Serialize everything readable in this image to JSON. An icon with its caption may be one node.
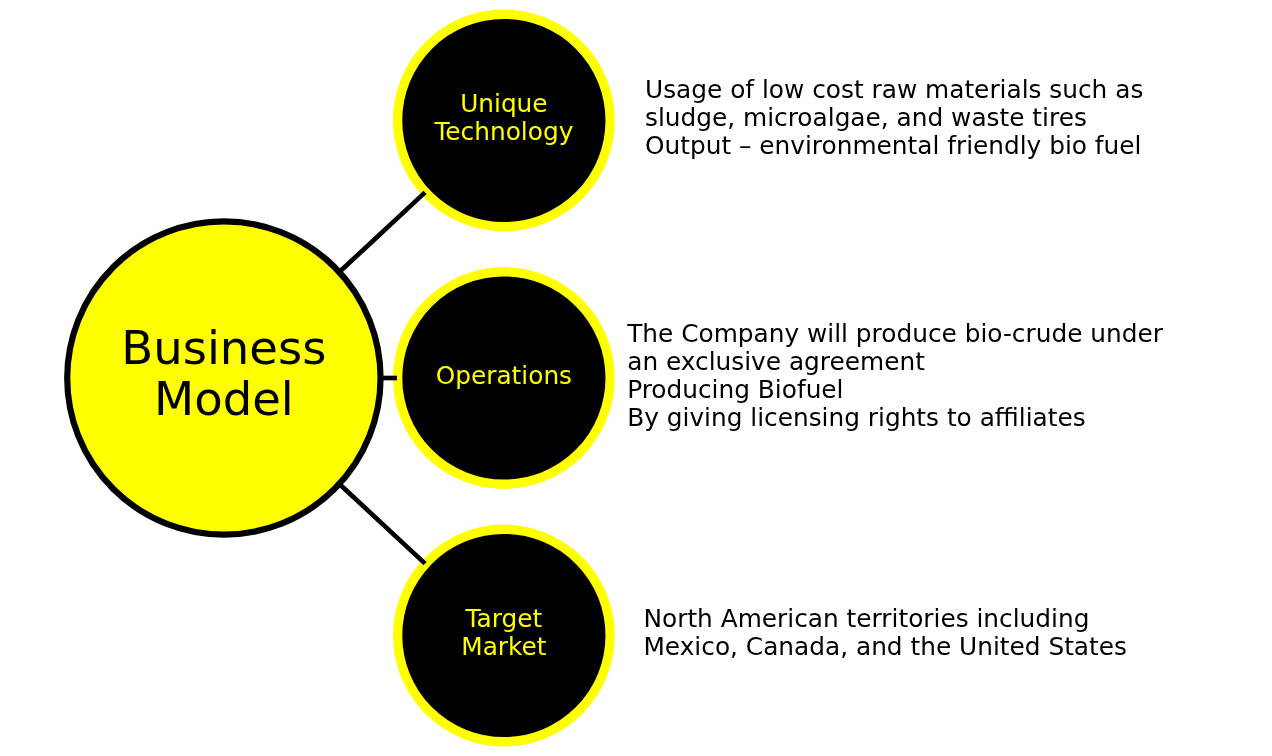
{
  "diagram": {
    "nodes": [
      {
        "text": [
          "Business Model"
        ]
      },
      {
        "text": [
          "Unique Technology"
        ],
        "beside": [
          "Usage of low cost raw materials such as sludge, microalgae, and waste tires",
          "Output – environmental friendly bio fuel"
        ]
      },
      {
        "text": [
          "Operations"
        ],
        "beside": [
          "The Company will produce bio-crude under an exclusive agreement",
          "Producing Biofuel",
          "By giving licensing rights to affiliates"
        ]
      },
      {
        "text": [
          "Target Market"
        ],
        "beside": [
          "North American territories including Mexico, Canada, and the United States"
        ]
      }
    ],
    "edges": [
      {
        "from": 0,
        "to": 1,
        "arrow": "none"
      },
      {
        "from": 0,
        "to": 2,
        "arrow": "none"
      },
      {
        "from": 0,
        "to": 3,
        "arrow": "none"
      }
    ]
  }
}
